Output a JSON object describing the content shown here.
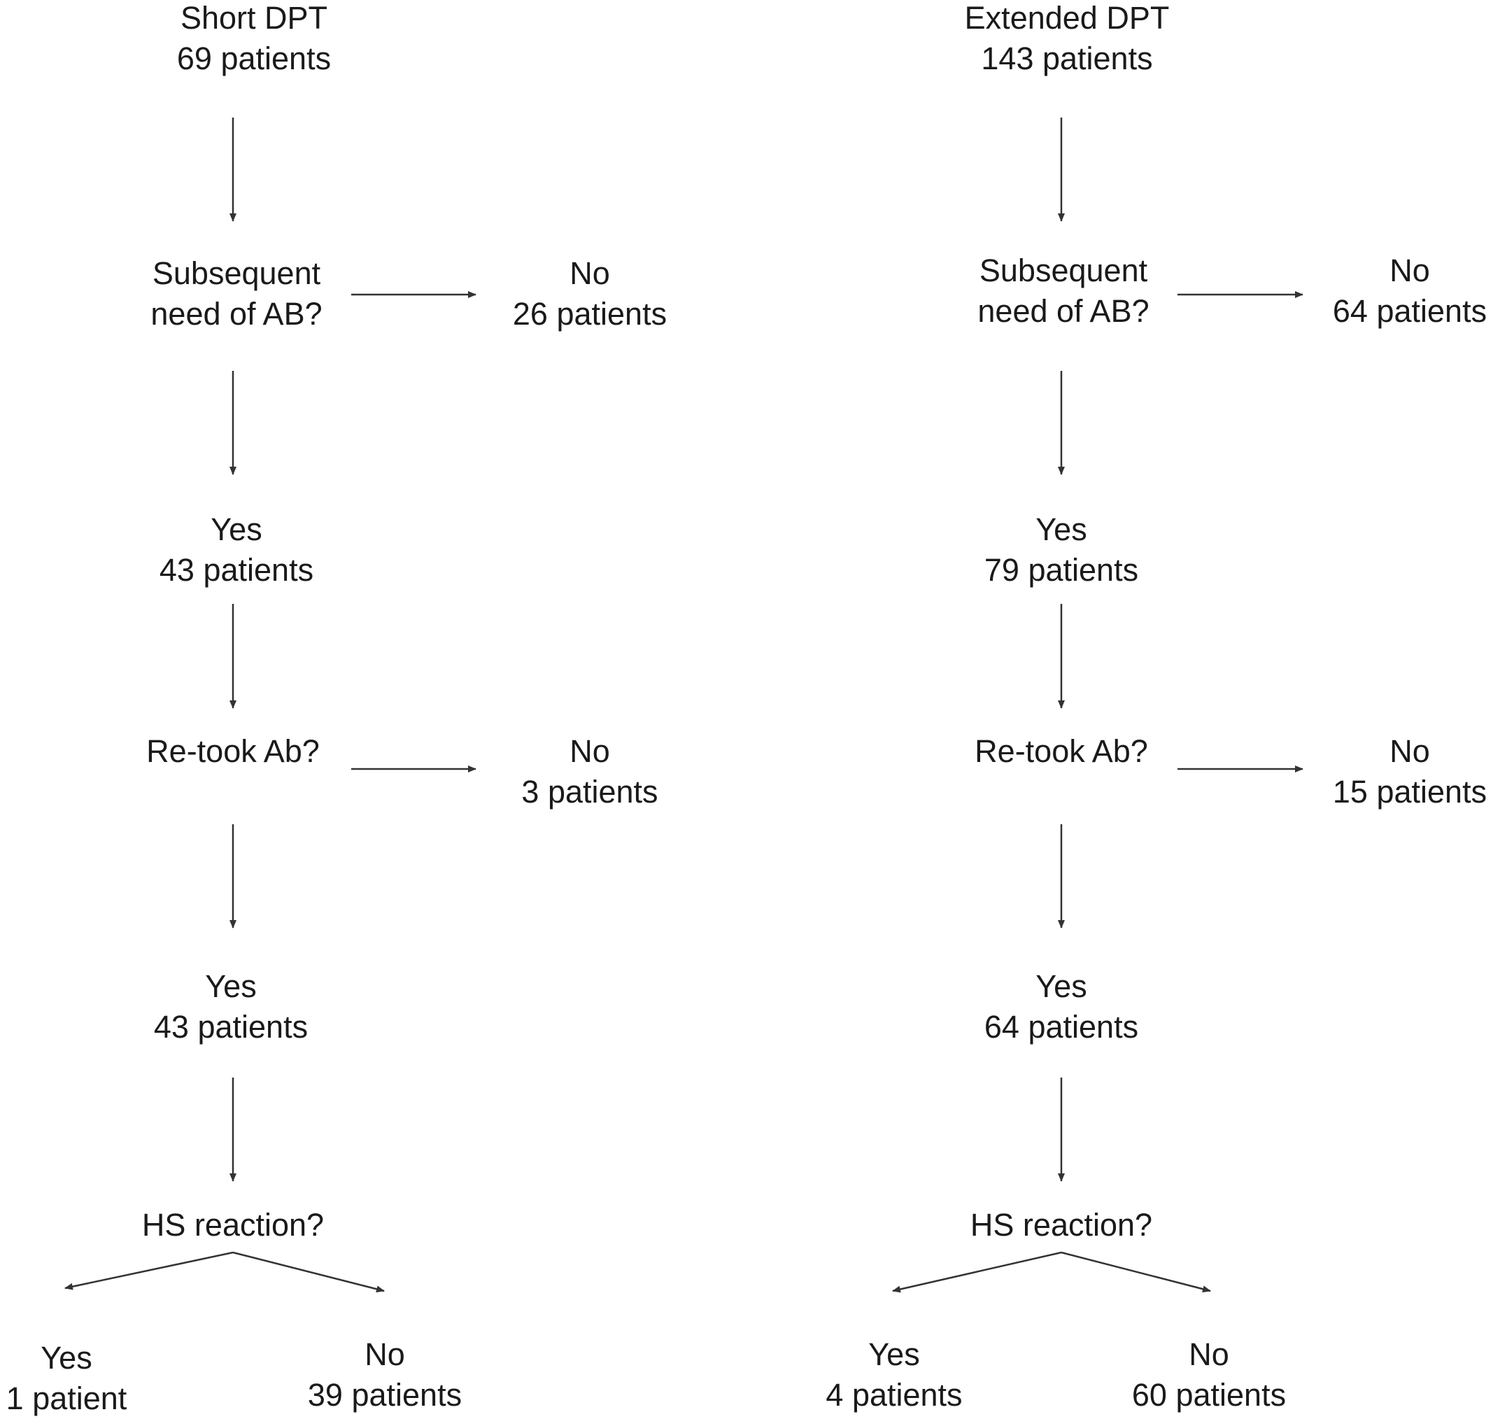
{
  "left": {
    "start": {
      "line1": "Short DPT",
      "line2": "69 patients"
    },
    "q1": {
      "line1": "Subsequent",
      "line2": "need of AB?"
    },
    "q1_no": {
      "line1": "No",
      "line2": "26 patients"
    },
    "q1_yes": {
      "line1": "Yes",
      "line2": "43 patients"
    },
    "q2": {
      "line1": "Re-took Ab?"
    },
    "q2_no": {
      "line1": "No",
      "line2": "3 patients"
    },
    "q2_yes": {
      "line1": "Yes",
      "line2": "43 patients"
    },
    "q3": {
      "line1": "HS reaction?"
    },
    "q3_yes": {
      "line1": "Yes",
      "line2": "1 patient"
    },
    "q3_no": {
      "line1": "No",
      "line2": "39 patients"
    }
  },
  "right": {
    "start": {
      "line1": "Extended DPT",
      "line2": "143 patients"
    },
    "q1": {
      "line1": "Subsequent",
      "line2": "need of AB?"
    },
    "q1_no": {
      "line1": "No",
      "line2": "64 patients"
    },
    "q1_yes": {
      "line1": "Yes",
      "line2": "79 patients"
    },
    "q2": {
      "line1": "Re-took Ab?"
    },
    "q2_no": {
      "line1": "No",
      "line2": "15 patients"
    },
    "q2_yes": {
      "line1": "Yes",
      "line2": "64 patients"
    },
    "q3": {
      "line1": "HS reaction?"
    },
    "q3_yes": {
      "line1": "Yes",
      "line2": "4 patients"
    },
    "q3_no": {
      "line1": "No",
      "line2": "60 patients"
    }
  }
}
